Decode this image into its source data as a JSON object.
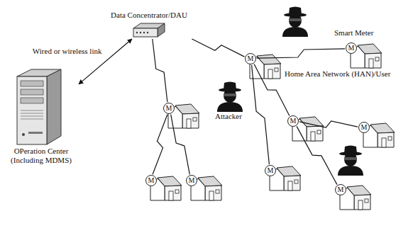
{
  "diagram": {
    "nodes": [
      {
        "text": [
          "OPeration Center (Including MDMS)"
        ]
      },
      {
        "text": [
          "Data Concentrator/DAU"
        ]
      },
      {
        "text": [
          "M"
        ]
      },
      {
        "text": [
          "M"
        ]
      },
      {
        "text": [
          "M"
        ]
      },
      {
        "text": [
          "M"
        ]
      },
      {
        "text": [
          "M"
        ]
      },
      {
        "text": [
          "M"
        ]
      },
      {
        "text": [
          "M"
        ]
      },
      {
        "text": [
          "M"
        ]
      },
      {
        "text": [
          "M"
        ]
      }
    ],
    "edges": [
      {
        "from": 0,
        "to": 1,
        "arrow": "both",
        "label": "Wired or wireless link"
      },
      {
        "from": 1,
        "to": 2,
        "arrow": "none"
      },
      {
        "from": 1,
        "to": 4,
        "arrow": "none"
      },
      {
        "from": 2,
        "to": 3,
        "arrow": "none"
      },
      {
        "from": 4,
        "to": 5,
        "arrow": "none"
      },
      {
        "from": 4,
        "to": 6,
        "arrow": "none"
      },
      {
        "from": 2,
        "to": 7,
        "arrow": "none"
      },
      {
        "from": 2,
        "to": 9,
        "arrow": "none"
      },
      {
        "from": 7,
        "to": 8,
        "arrow": "none"
      },
      {
        "from": 7,
        "to": 10,
        "arrow": "none"
      }
    ],
    "labels": [
      "Smart Meter",
      "Home Area Network (HAN)/User",
      "Attacker"
    ]
  }
}
